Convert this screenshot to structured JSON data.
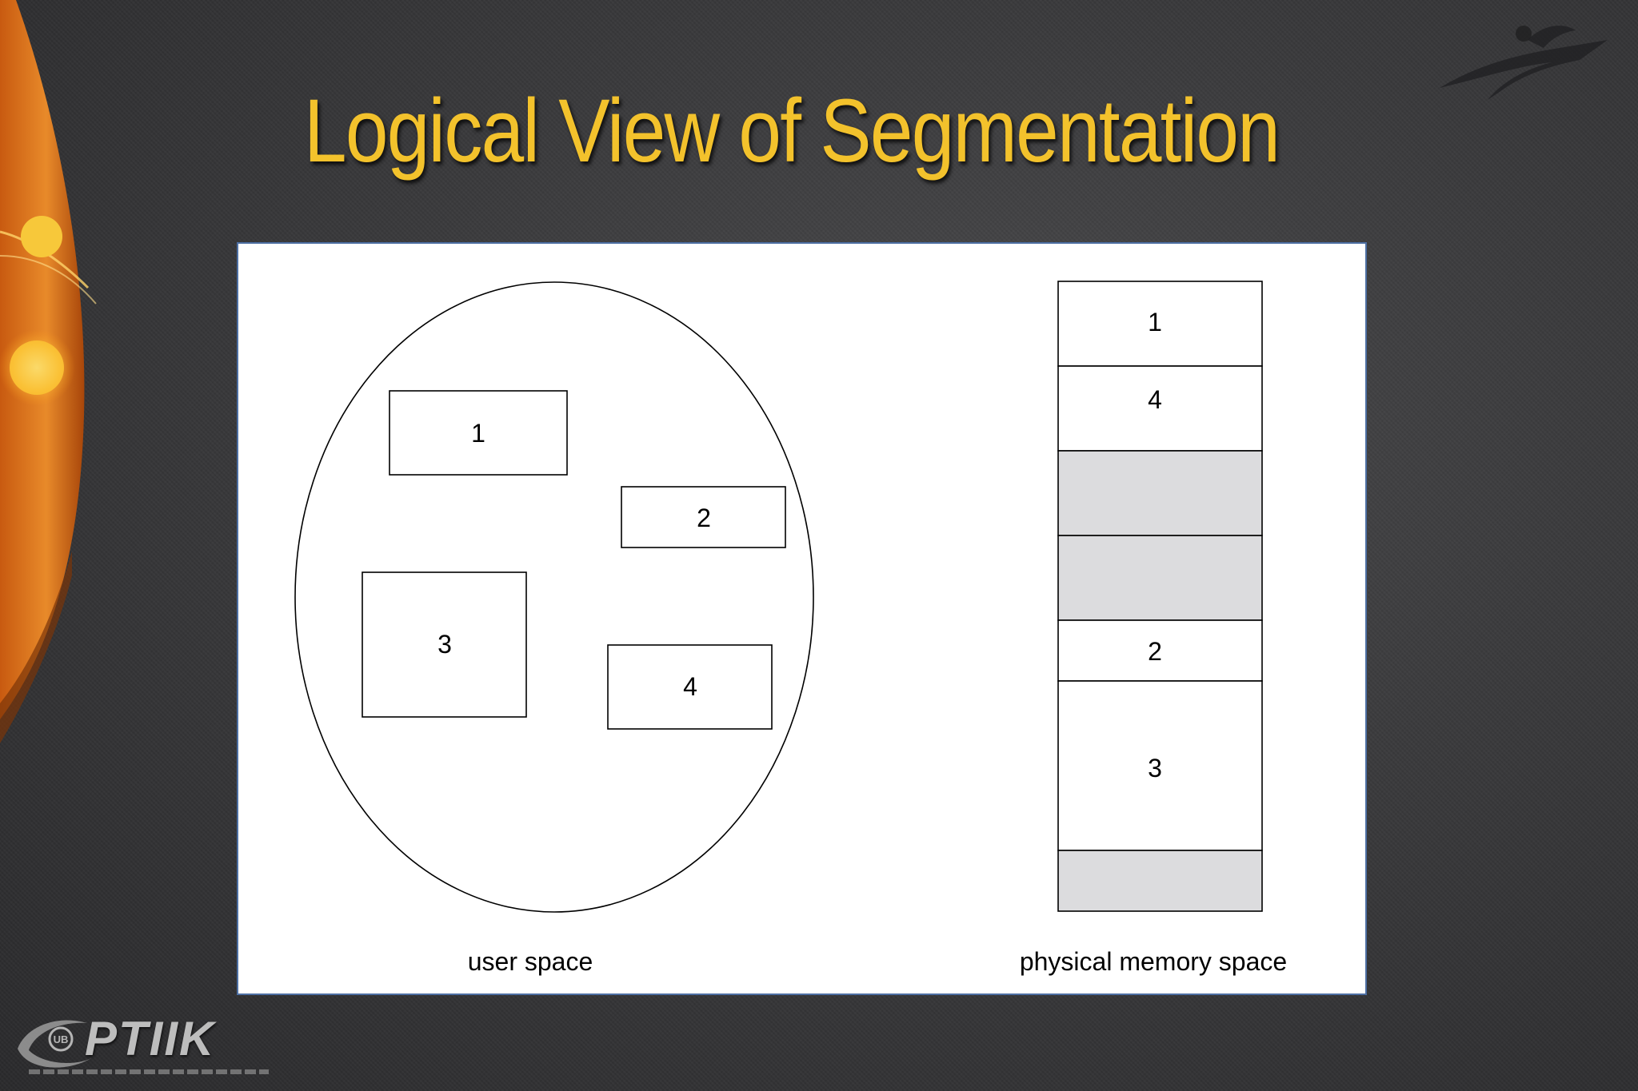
{
  "slide": {
    "title": "Logical View of Segmentation",
    "brand": "PTIIK"
  },
  "diagram": {
    "user_space_label": "user space",
    "physical_memory_label": "physical memory space",
    "user_segments": [
      {
        "label": "1"
      },
      {
        "label": "2"
      },
      {
        "label": "3"
      },
      {
        "label": "4"
      }
    ],
    "memory_blocks": [
      {
        "label": "1",
        "free": false
      },
      {
        "label": "4",
        "free": false
      },
      {
        "label": "",
        "free": true
      },
      {
        "label": "",
        "free": true
      },
      {
        "label": "2",
        "free": false
      },
      {
        "label": "3",
        "free": false
      },
      {
        "label": "",
        "free": true
      }
    ]
  },
  "colors": {
    "title": "#f3c22c",
    "free_block": "#dcdcde",
    "panel_border": "#4d6fa3"
  }
}
